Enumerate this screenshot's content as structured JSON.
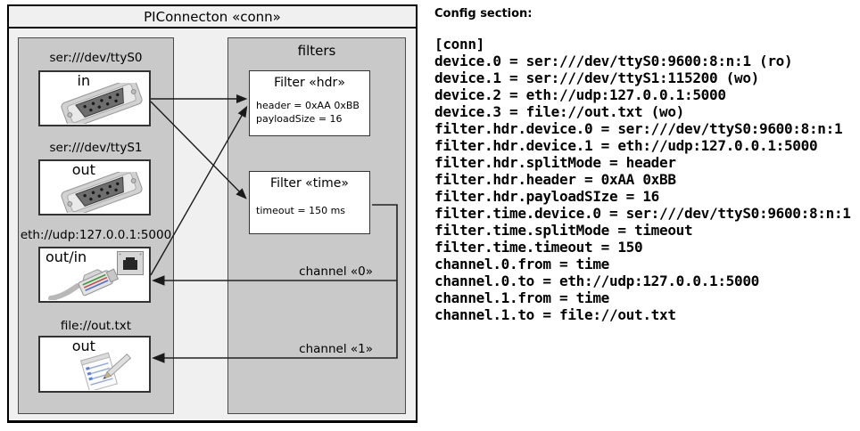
{
  "colors": {
    "page_bg": "#ffffff",
    "outer_fill": "#f0f0f0",
    "group_fill": "#c9c9c9",
    "box_fill": "#ffffff",
    "border_dark": "#000000",
    "arrow": "#1a1a1a"
  },
  "diagram": {
    "title": "PIConnecton «conn»",
    "left_group": {
      "devices": [
        {
          "label": "ser:///dev/ttyS0",
          "port": "in",
          "icon": "serial-connector-icon"
        },
        {
          "label": "ser:///dev/ttyS1",
          "port": "out",
          "icon": "serial-connector-icon"
        },
        {
          "label": "eth://udp:127.0.0.1:5000",
          "port": "out/in",
          "icon": "ethernet-plug-icon"
        },
        {
          "label": "file://out.txt",
          "port": "out",
          "icon": "notepad-icon"
        }
      ]
    },
    "filters_group": {
      "label": "filters",
      "filters": [
        {
          "title": "Filter «hdr»",
          "lines": [
            "header = 0xAA 0xBB",
            "payloadSize = 16"
          ]
        },
        {
          "title": "Filter «time»",
          "lines": [
            "timeout = 150 ms"
          ]
        }
      ],
      "channels": [
        {
          "label": "channel «0»"
        },
        {
          "label": "channel «1»"
        }
      ]
    }
  },
  "config": {
    "heading": "Config section:",
    "lines": [
      "[conn]",
      "device.0 = ser:///dev/ttyS0:9600:8:n:1 (ro)",
      "device.1 = ser:///dev/ttyS1:115200 (wo)",
      "device.2 = eth://udp:127.0.0.1:5000",
      "device.3 = file://out.txt (wo)",
      "filter.hdr.device.0 = ser:///dev/ttyS0:9600:8:n:1",
      "filter.hdr.device.1 = eth://udp:127.0.0.1:5000",
      "filter.hdr.splitMode = header",
      "filter.hdr.header = 0xAA 0xBB",
      "filter.hdr.payloadSIze = 16",
      "filter.time.device.0 = ser:///dev/ttyS0:9600:8:n:1",
      "filter.time.splitMode = timeout",
      "filter.time.timeout = 150",
      "channel.0.from = time",
      "channel.0.to = eth://udp:127.0.0.1:5000",
      "channel.1.from = time",
      "channel.1.to = file://out.txt"
    ]
  }
}
